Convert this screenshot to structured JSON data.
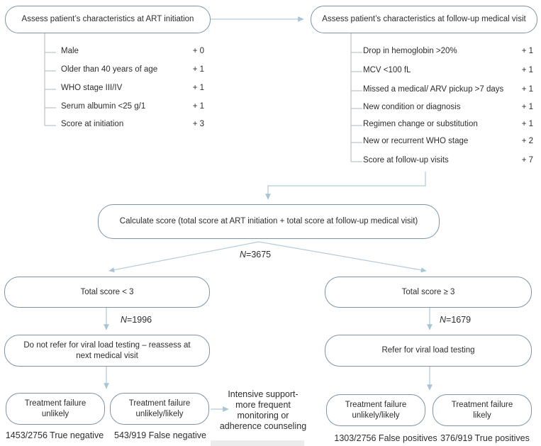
{
  "colors": {
    "box_border": "#7e94a6",
    "connector": "#b5cbd7",
    "arrowhead": "#a9c4d2",
    "bracket": "#b8c1c7",
    "text": "#2d2d2d",
    "background": "#ffffff"
  },
  "nodes": {
    "art_initiation": {
      "label": "Assess patient’s characteristics at ART initiation"
    },
    "followup_visit": {
      "label": "Assess patient’s characteristics at follow-up medical visit"
    },
    "calculate": {
      "label": "Calculate score (total score at ART initiation + total score at follow-up medical visit)"
    },
    "total_lt3": {
      "label": "Total score < 3"
    },
    "total_ge3": {
      "label": "Total score ≥ 3"
    },
    "do_not_refer": {
      "line1": "Do not refer for viral load testing – reassess at",
      "line2": "next medical visit"
    },
    "refer": {
      "label": "Refer for viral load testing"
    },
    "tf_unlikely": {
      "line1": "Treatment failure",
      "line2": "unlikely"
    },
    "tf_unlikely_likely_left": {
      "line1": "Treatment failure",
      "line2": "unlikely/likely"
    },
    "tf_unlikely_likely_right": {
      "line1": "Treatment failure",
      "line2": "unlikely/likely"
    },
    "tf_likely": {
      "line1": "Treatment failure",
      "line2": "likely"
    }
  },
  "art_criteria": {
    "items": [
      {
        "label": "Male",
        "points": "+ 0"
      },
      {
        "label": "Older than 40 years of age",
        "points": "+ 1"
      },
      {
        "label": "WHO stage III/IV",
        "points": "+ 1"
      },
      {
        "label": "Serum albumin <25 g/1",
        "points": "+ 1"
      },
      {
        "label": "Score at initiation",
        "points": "+ 3"
      }
    ]
  },
  "followup_criteria": {
    "items": [
      {
        "label": "Drop in hemoglobin >20%",
        "points": "+ 1"
      },
      {
        "label": "MCV <100 fL",
        "points": "+ 1"
      },
      {
        "label": "Missed a medical/ ARV pickup >7 days",
        "points": "+ 1"
      },
      {
        "label": "New condition or diagnosis",
        "points": "+ 1"
      },
      {
        "label": "Regimen change or substitution",
        "points": "+ 1"
      },
      {
        "label": "New or recurrent WHO stage",
        "points": "+ 2"
      },
      {
        "label": "Score at follow-up visits",
        "points": "+ 7"
      }
    ]
  },
  "n_labels": {
    "total": {
      "var": "N",
      "eq": "=3675"
    },
    "left": {
      "var": "N",
      "eq": "=1996"
    },
    "right": {
      "var": "N",
      "eq": "=1679"
    }
  },
  "outcomes": {
    "true_negative": "1453/2756 True negative",
    "false_negative": "543/919 False negative",
    "false_positives": "1303/2756 False positives",
    "true_positives": "376/919 True positives"
  },
  "note": {
    "lines": [
      "Intensive support-",
      "more frequent",
      "monitoring or",
      "adherence counseling"
    ]
  }
}
